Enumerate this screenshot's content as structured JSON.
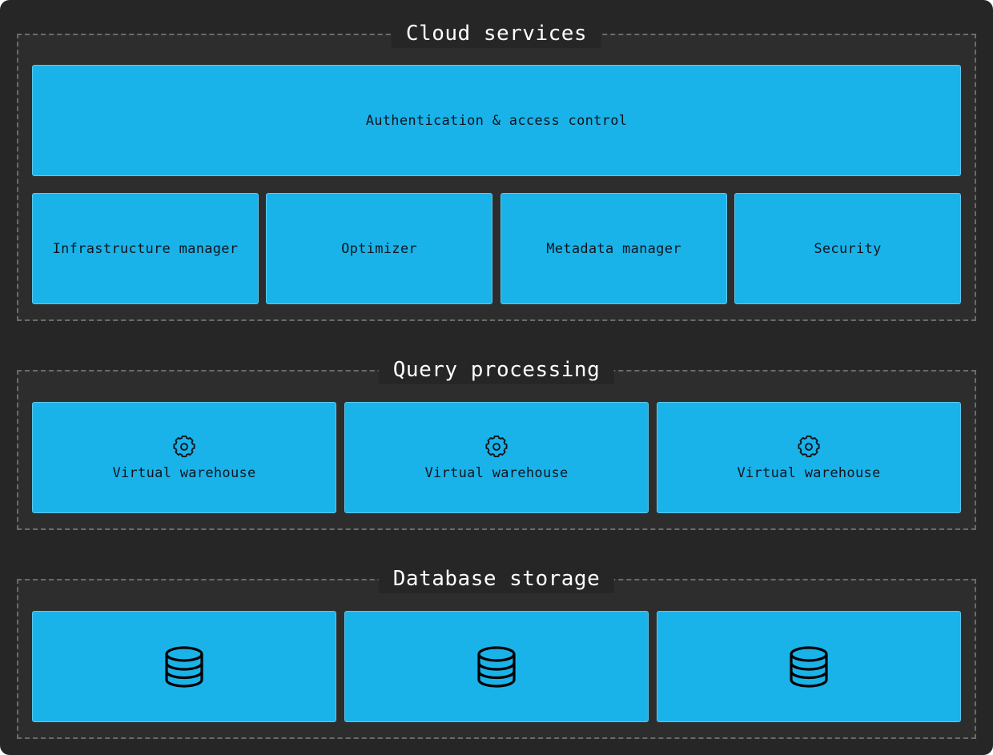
{
  "cloud_services": {
    "title": "Cloud services",
    "auth": "Authentication & access control",
    "components": [
      "Infrastructure manager",
      "Optimizer",
      "Metadata manager",
      "Security"
    ]
  },
  "query_processing": {
    "title": "Query processing",
    "warehouses": [
      "Virtual warehouse",
      "Virtual warehouse",
      "Virtual warehouse"
    ],
    "icon": "gear-icon"
  },
  "database_storage": {
    "title": "Database storage",
    "icon": "database-icon",
    "count": 3
  },
  "colors": {
    "background": "#262626",
    "box": "#1ab3e9",
    "border_dashed": "#6b6b6b",
    "title_text": "#ffffff",
    "box_text": "#0f1620"
  }
}
